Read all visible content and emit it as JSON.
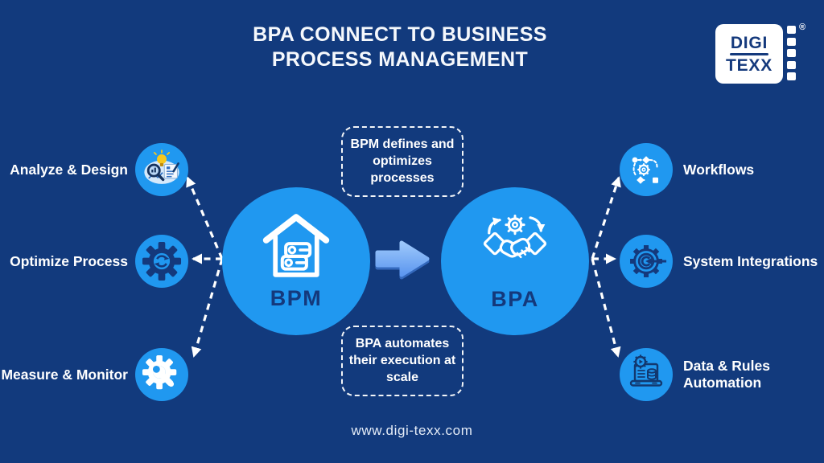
{
  "colors": {
    "background": "#123a7d",
    "accent_blue": "#2098f0",
    "navy_text": "#14397c",
    "white": "#ffffff",
    "arrow_light_blue": "#7fb3f7",
    "bulb_yellow": "#f8c81c"
  },
  "header": {
    "title_line1": "BPA CONNECT TO BUSINESS",
    "title_line2": "PROCESS MANAGEMENT"
  },
  "logo": {
    "line1": "DIGI",
    "line2": "TEXX",
    "registered": "®"
  },
  "left_items": [
    {
      "label": "Analyze & Design",
      "icon": "analyze-design-icon"
    },
    {
      "label": "Optimize Process",
      "icon": "optimize-gear-icon"
    },
    {
      "label": "Measure & Monitor",
      "icon": "measure-wrench-icon"
    }
  ],
  "center": {
    "bpm_label": "BPM",
    "bpa_label": "BPA",
    "top_note": "BPM defines and optimizes processes",
    "bottom_note": "BPA automates their execution at scale",
    "bpm_icon": "bpm-house-servers-icon",
    "bpa_icon": "bpa-handshake-gear-icon",
    "connector_icon": "arrow-right-icon"
  },
  "right_items": [
    {
      "label": "Workflows",
      "icon": "workflows-icon"
    },
    {
      "label": "System Integrations",
      "icon": "system-integrations-gear-icon"
    },
    {
      "label": "Data & Rules Automation",
      "icon": "data-automation-laptop-icon"
    }
  ],
  "footer": {
    "website": "www.digi-texx.com"
  }
}
